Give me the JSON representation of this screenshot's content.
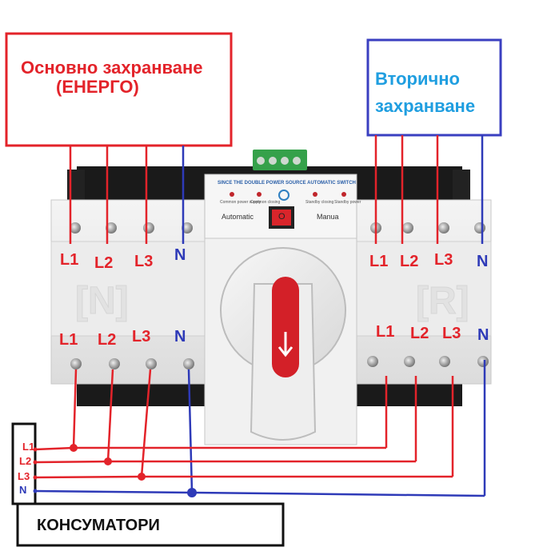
{
  "primary_supply": {
    "title_line1": "Основно захранване",
    "title_line2": "(ЕНЕРГО)",
    "color": "#e3232a"
  },
  "secondary_supply": {
    "title": "Вторично захранване",
    "box_color": "#3a3fc0",
    "text_color": "#1f9ee0"
  },
  "device": {
    "header_text": "SINCE THE DOUBLE POWER SOURCE AUTOMATIC SWITCH",
    "mode_left": "Automatic",
    "mode_right": "Manua",
    "indicators": [
      "Common power supply",
      "Common closing",
      "Standby closing",
      "Standby power"
    ],
    "switch_symbol": "O"
  },
  "terminals": {
    "top_left": [
      "L1",
      "L2",
      "L3",
      "N"
    ],
    "top_right": [
      "L1",
      "L2",
      "L3",
      "N"
    ],
    "bottom_left": [
      "L1",
      "L2",
      "L3",
      "N"
    ],
    "bottom_right": [
      "L1",
      "L2",
      "L3",
      "N"
    ]
  },
  "consumer_bus": {
    "labels": [
      "L1",
      "L2",
      "L3",
      "N"
    ]
  },
  "consumers": {
    "label": "КОНСУМАТОРИ"
  },
  "colors": {
    "phase": "#e3232a",
    "neutral": "#2e3ab8"
  }
}
